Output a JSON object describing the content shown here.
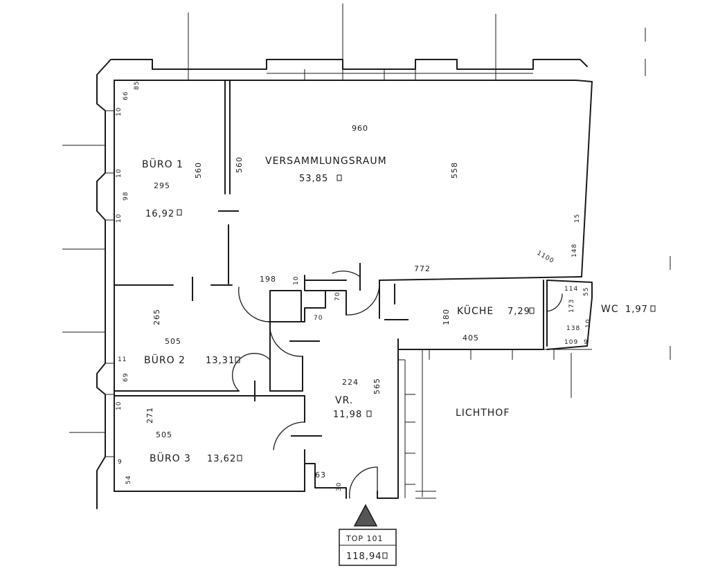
{
  "rooms": {
    "buero1": {
      "name": "BÜRO 1",
      "area": "16,92",
      "dim_width": "295",
      "dim_height": "560"
    },
    "versammlung": {
      "name": "VERSAMMLUNGSRAUM",
      "area": "53,85",
      "dim_width": "960",
      "dim_height_left": "560",
      "dim_height_right": "558",
      "dim_bottom": "772"
    },
    "buero2": {
      "name": "BÜRO 2",
      "area": "13,31",
      "dim_width": "505",
      "dim_height": "265"
    },
    "buero3": {
      "name": "BÜRO 3",
      "area": "13,62",
      "dim_width": "505",
      "dim_height": "271"
    },
    "vorraum": {
      "name": "VR.",
      "area": "11,98",
      "dim_width": "224",
      "dim_height": "565"
    },
    "kueche": {
      "name": "KÜCHE",
      "area": "7,29",
      "dim_width": "405",
      "dim_height": "180"
    },
    "wc": {
      "name": "WC",
      "area": "1,97",
      "dim_width": "109",
      "dim_height": "138",
      "dim_side": "173"
    },
    "lichthof": {
      "name": "LICHTHOF"
    }
  },
  "dimensions": {
    "d198": "198",
    "d10_top": "10",
    "d70_a": "70",
    "d70_b": "70",
    "d1100": "1100",
    "d148": "148",
    "d15": "15",
    "d114": "114",
    "d55": "55",
    "d10_wc": "10",
    "d9": "9",
    "d63": "63",
    "d30": "30",
    "left_66": "66",
    "left_85": "85",
    "left_10a": "10",
    "left_10b": "10",
    "left_98": "98",
    "left_10c": "10",
    "left_11": "11",
    "left_69": "69",
    "left_10d": "10",
    "left_9": "9",
    "left_54": "54"
  },
  "unit": {
    "name": "TOP 101",
    "total_area": "118,94"
  }
}
